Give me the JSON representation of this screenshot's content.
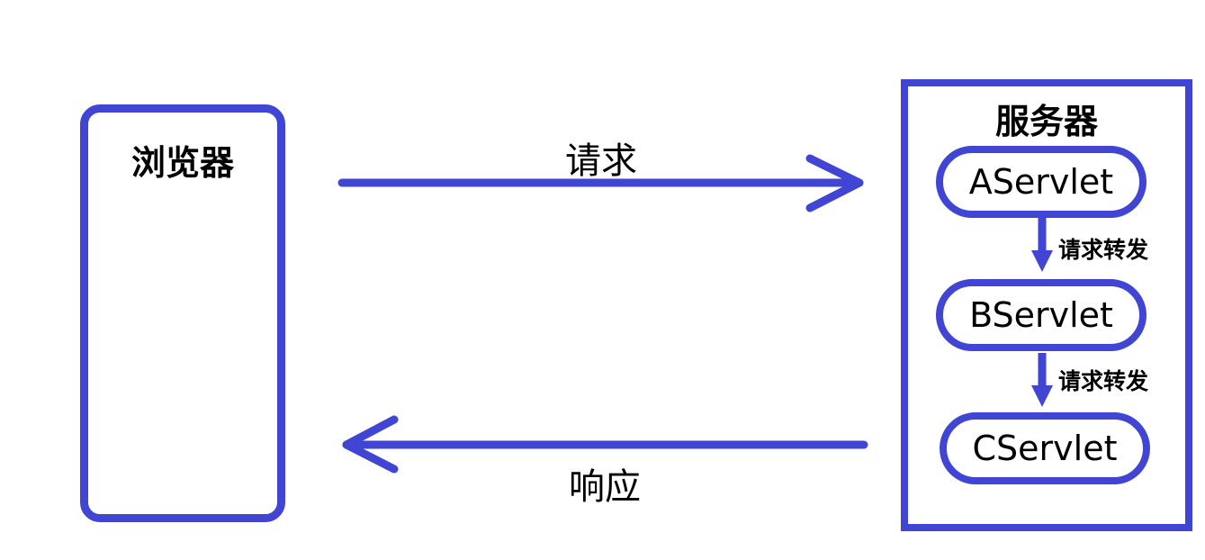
{
  "browser": {
    "label": "浏览器"
  },
  "server": {
    "label": "服务器",
    "servlets": [
      "AServlet",
      "BServlet",
      "CServlet"
    ],
    "forward_labels": [
      "请求转发",
      "请求转发"
    ]
  },
  "request": {
    "label": "请求"
  },
  "response": {
    "label": "响应"
  },
  "colors": {
    "accent": "#4046d3"
  }
}
